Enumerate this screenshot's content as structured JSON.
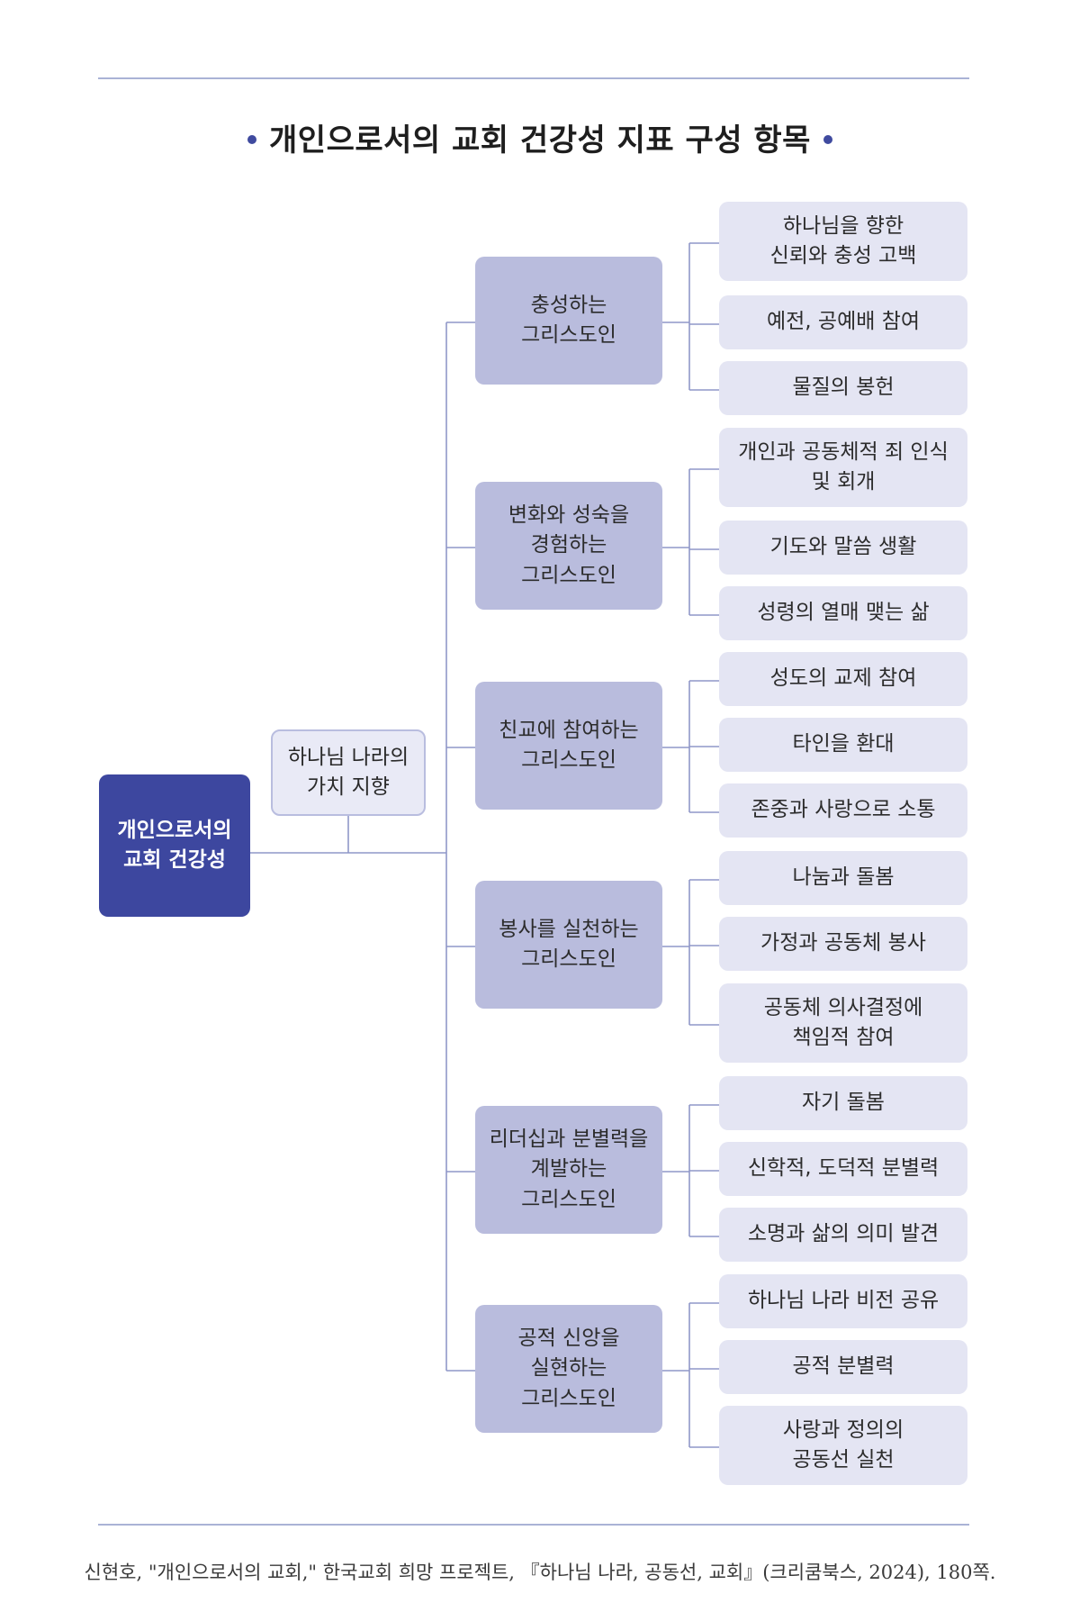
{
  "title": "개인으로서의 교회 건강성 지표 구성 항목",
  "root": {
    "label": "개인으로서의\n교회 건강성"
  },
  "value": {
    "label": "하나님 나라의\n가치 지향"
  },
  "categories": [
    {
      "label": "충성하는\n그리스도인",
      "items": [
        "하나님을 향한\n신뢰와 충성 고백",
        "예전, 공예배 참여",
        "물질의 봉헌"
      ]
    },
    {
      "label": "변화와 성숙을\n경험하는\n그리스도인",
      "items": [
        "개인과 공동체적 죄 인식\n및 회개",
        "기도와 말씀 생활",
        "성령의 열매 맺는 삶"
      ]
    },
    {
      "label": "친교에 참여하는\n그리스도인",
      "items": [
        "성도의 교제 참여",
        "타인을 환대",
        "존중과 사랑으로 소통"
      ]
    },
    {
      "label": "봉사를 실천하는\n그리스도인",
      "items": [
        "나눔과 돌봄",
        "가정과 공동체 봉사",
        "공동체 의사결정에\n책임적 참여"
      ]
    },
    {
      "label": "리더십과 분별력을\n계발하는\n그리스도인",
      "items": [
        "자기 돌봄",
        "신학적, 도덕적 분별력",
        "소명과 삶의 의미 발견"
      ]
    },
    {
      "label": "공적 신앙을\n실현하는\n그리스도인",
      "items": [
        "하나님 나라 비전 공유",
        "공적 분별력",
        "사랑과 정의의\n공동선 실천"
      ]
    }
  ],
  "citation": "신현호, \"개인으로서의 교회,\" 한국교회 희망 프로젝트, 『하나님 나라, 공동선, 교회』(크리쿰북스, 2024), 180쪽.",
  "colors": {
    "root": "#3d479f",
    "category": "#b9bcdd",
    "item": "#e4e5f3",
    "value_bg": "#e9eaf6",
    "line": "#8f97c8",
    "rule": "#aab3d6"
  }
}
